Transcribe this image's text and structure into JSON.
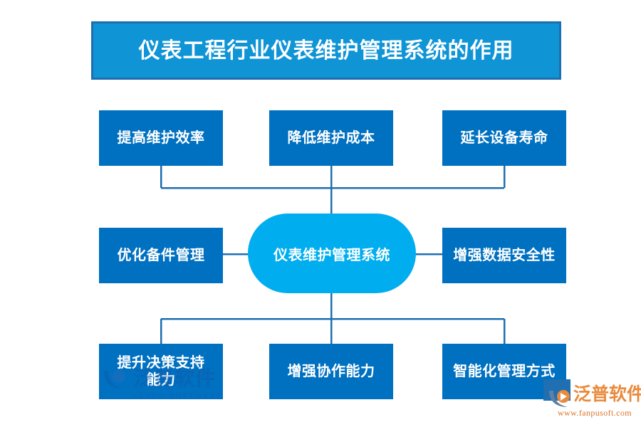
{
  "title": {
    "text": "仪表工程行业仪表维护管理系统的作用"
  },
  "center": {
    "label": "仪表维护管理系统"
  },
  "nodes": {
    "top": [
      {
        "label": "提高维护效率"
      },
      {
        "label": "降低维护成本"
      },
      {
        "label": "延长设备寿命"
      }
    ],
    "middle_left": {
      "label": "优化备件管理"
    },
    "middle_right": {
      "label": "增强数据安全性"
    },
    "bottom": [
      {
        "label": "提升决策支持\n能力"
      },
      {
        "label": "增强协作能力"
      },
      {
        "label": "智能化管理方式"
      }
    ]
  },
  "watermark": {
    "cn": "泛普软件",
    "en": "FANPU SOFTWARE"
  },
  "logo": {
    "cn": "泛普软件",
    "url": "www.fanpusoft.com"
  },
  "colors": {
    "title_fill": "#0F94D6",
    "title_border": "#1D6FB0",
    "node_fill": "#0070C0",
    "hub_fill": "#00AEEF",
    "connector": "#1D6FB0",
    "text": "#FFFFFF",
    "logo_orange": "#E98A3C",
    "watermark_blue": "#1B4F9C",
    "background": "#FFFFFF"
  }
}
